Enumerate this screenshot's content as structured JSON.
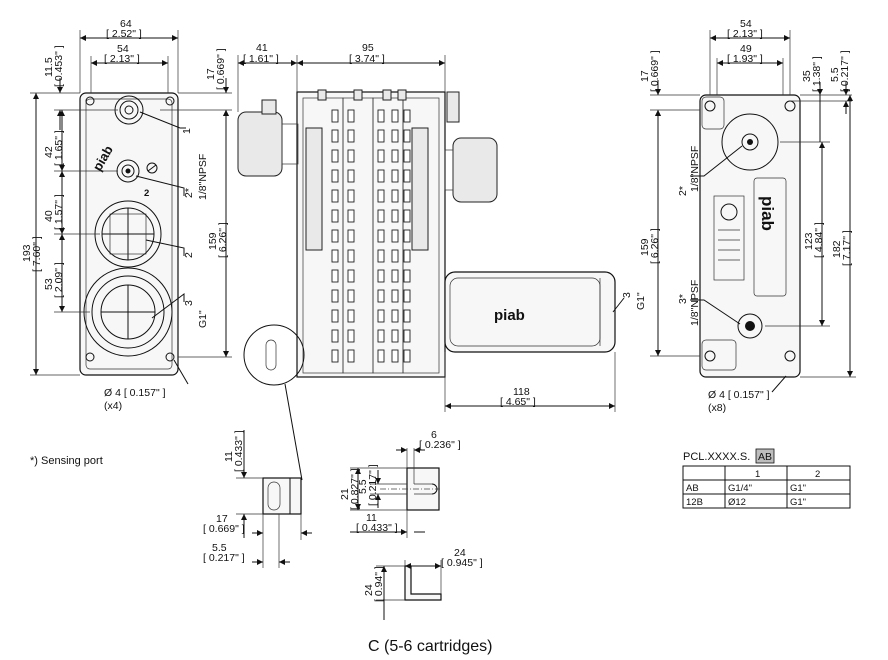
{
  "front": {
    "width_mm": "64",
    "width_in": "[ 2.52\" ]",
    "inner_mm": "54",
    "inner_in": "[ 2.13\" ]",
    "top_mm": "11.5",
    "top_in": "[ 0.453\" ]",
    "right_top_mm": "17",
    "right_top_in": "[ 0.669\" ]",
    "d42_mm": "42",
    "d42_in": "[ 1.65\" ]",
    "d40_mm": "40",
    "d40_in": "[ 1.57\" ]",
    "d53_mm": "53",
    "d53_in": "[ 2.09\" ]",
    "height_mm": "193",
    "height_in": "[ 7.60\" ]",
    "h159_mm": "159",
    "h159_in": "[ 6.26\" ]",
    "port1": "1",
    "port2star": "2*",
    "port2star_thread": "1/8\"NPSF",
    "port2": "2",
    "port3": "3",
    "port3_thread": "G1\"",
    "hole": "Ø 4 [ 0.157\" ]",
    "hole_count": "(x4)",
    "logo": "piab"
  },
  "side": {
    "w41_mm": "41",
    "w41_in": "[ 1.61\" ]",
    "w95_mm": "95",
    "w95_in": "[ 3.74\" ]",
    "w118_mm": "118",
    "w118_in": "[ 4.65\" ]",
    "port3": "3",
    "port3_thread": "G1\"",
    "logo": "piab"
  },
  "back": {
    "w54_mm": "54",
    "w54_in": "[ 2.13\" ]",
    "w49_mm": "49",
    "w49_in": "[ 1.93\" ]",
    "t17_mm": "17",
    "t17_in": "[ 0.669\" ]",
    "t35_mm": "35",
    "t35_in": "[ 1.38\" ]",
    "t55_mm": "5.5",
    "t55_in": "[ 0.217\" ]",
    "h159_mm": "159",
    "h159_in": "[ 6.26\" ]",
    "h123_mm": "123",
    "h123_in": "[ 4.84\" ]",
    "h182_mm": "182",
    "h182_in": "[ 7.17\" ]",
    "port2star": "2*",
    "port2star_thread": "1/8\"NPSF",
    "port3star": "3*",
    "port3star_thread": "1/8\"NPSF",
    "hole": "Ø 4 [ 0.157\" ]",
    "hole_count": "(x8)",
    "logo": "piab"
  },
  "detail": {
    "h11_mm": "11",
    "h11_in": "[ 0.433\" ]",
    "w17_mm": "17",
    "w17_in": "[ 0.669\" ]",
    "w55_mm": "5.5",
    "w55_in": "[ 0.217\" ]",
    "h21_mm": "21",
    "h21_in": "[ 0.827\" ]",
    "h55_mm": "5.5",
    "h55_in": "[ 0.217\" ]",
    "w6_mm": "6",
    "w6_in": "[ 0.236\" ]",
    "w11_mm": "11",
    "w11_in": "[ 0.433\" ]",
    "b24w_mm": "24",
    "b24w_in": "[ 0.945\" ]",
    "b24h_mm": "24",
    "b24h_in": "[ 0.94\" ]"
  },
  "notes": {
    "sensing": "*) Sensing port",
    "caption": "C (5-6 cartridges)"
  },
  "table": {
    "code_prefix": "PCL.XXXX.S.",
    "code_badge": "AB",
    "headers": [
      "",
      "1",
      "2"
    ],
    "rows": [
      [
        "AB",
        "G1/4\"",
        "G1\""
      ],
      [
        "12B",
        "Ø12",
        "G1\""
      ]
    ]
  }
}
